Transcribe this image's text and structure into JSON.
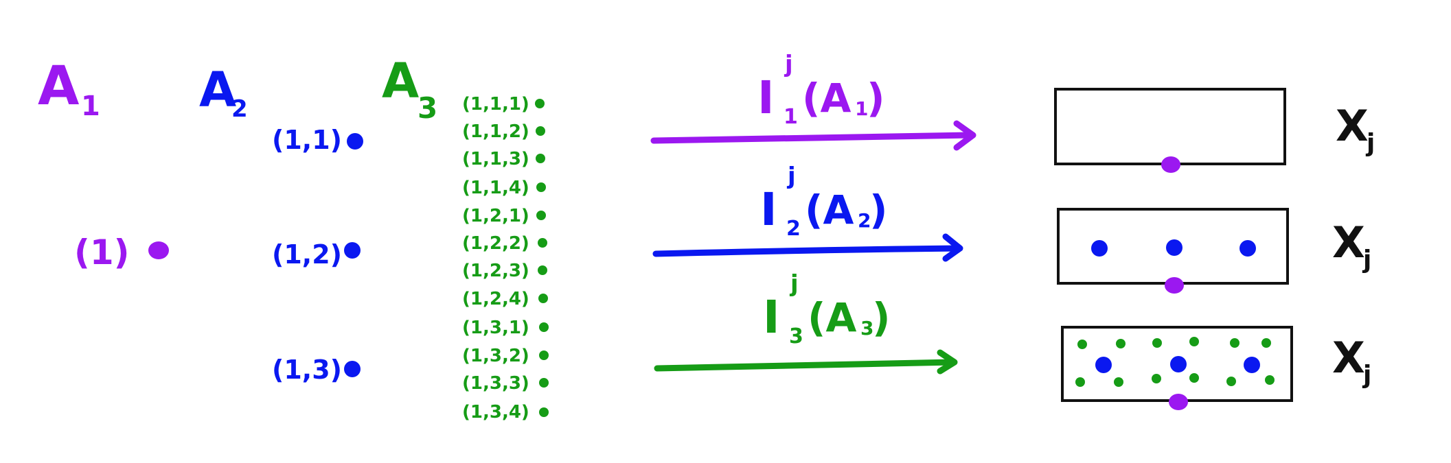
{
  "colors": {
    "purple": "#9b18f0",
    "blue": "#0a18f0",
    "green": "#169c16",
    "black": "#111111"
  },
  "levels": {
    "a1": {
      "name": "A",
      "sub": "1",
      "labels": [
        "(1)"
      ]
    },
    "a2": {
      "name": "A",
      "sub": "2",
      "labels": [
        "(1,1)",
        "(1,2)",
        "(1,3)"
      ]
    },
    "a3": {
      "name": "A",
      "sub": "3",
      "labels": [
        "(1,1,1)",
        "(1,1,2)",
        "(1,1,3)",
        "(1,1,4)",
        "(1,2,1)",
        "(1,2,2)",
        "(1,2,3)",
        "(1,2,4)",
        "(1,3,1)",
        "(1,3,2)",
        "(1,3,3)",
        "(1,3,4)"
      ]
    }
  },
  "maps": [
    {
      "sym": "I",
      "sup": "j",
      "sub": "1",
      "arg": "(A",
      "argsub": "1",
      "close": ")"
    },
    {
      "sym": "I",
      "sup": "j",
      "sub": "2",
      "arg": "(A",
      "argsub": "2",
      "close": ")"
    },
    {
      "sym": "I",
      "sup": "j",
      "sub": "3",
      "arg": "(A",
      "argsub": "3",
      "close": ")"
    }
  ],
  "spaces": [
    {
      "name": "X",
      "sub": "j"
    },
    {
      "name": "X",
      "sub": "j"
    },
    {
      "name": "X",
      "sub": "j"
    }
  ]
}
